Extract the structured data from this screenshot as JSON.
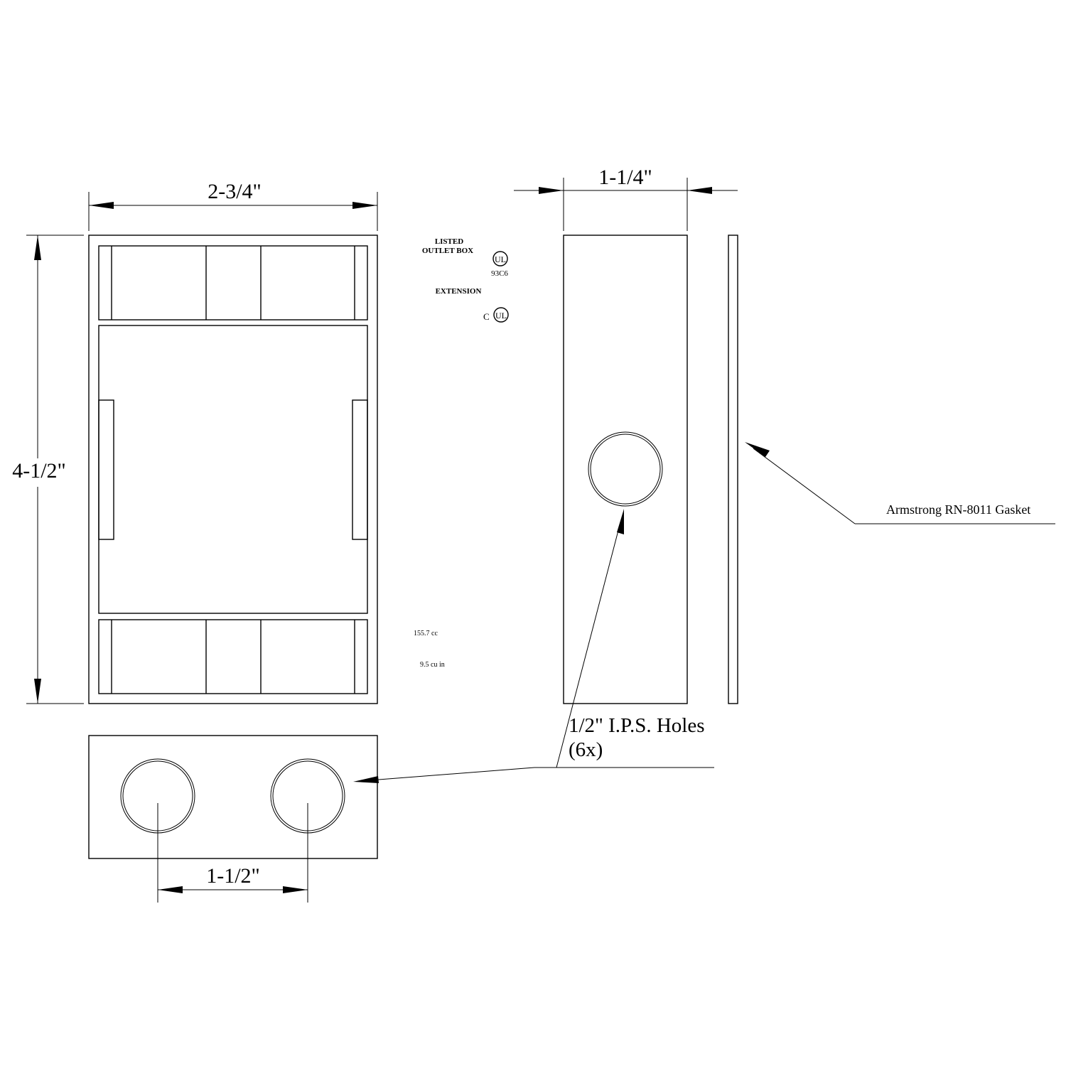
{
  "dimensions": {
    "width": "2-3/4\"",
    "height": "4-1/2\"",
    "depth": "1-1/4\"",
    "hole_spacing": "1-1/2\""
  },
  "labels": {
    "listed_line1": "LISTED",
    "listed_line2": "OUTLET BOX",
    "ul_code": "93C6",
    "extension": "EXTENSION",
    "ul_logo_text": "UL",
    "cul_prefix": "C",
    "volume_cc": "155.7 cc",
    "volume_cuin": "9.5 cu in"
  },
  "callouts": {
    "holes_line1": "1/2\" I.P.S. Holes",
    "holes_line2": "(6x)",
    "gasket": "Armstrong RN-8011 Gasket"
  }
}
